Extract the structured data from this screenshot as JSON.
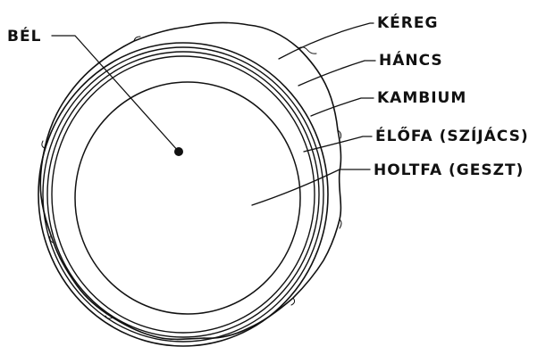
{
  "labels": {
    "pith": "BÉL",
    "bark": "KÉREG",
    "phloem": "HÁNCS",
    "cambium": "KAMBIUM",
    "sapwood": "ÉLŐFA (SZÍJÁCS)",
    "heartwood": "HOLTFA (GESZT)"
  },
  "colors": {
    "ink": "#111111",
    "paper": "#ffffff"
  }
}
